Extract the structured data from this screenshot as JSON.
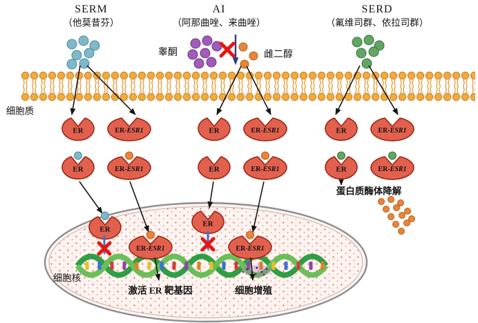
{
  "palette": {
    "serm_drug": "#7fb8c9",
    "testosterone": "#a05cb8",
    "estradiol": "#e8853a",
    "serd_drug": "#63a565",
    "receptor_fill": "#e2604e",
    "receptor_stroke": "#9c2413",
    "membrane_head": "#f3a93c",
    "dna_green": "#2f9e44",
    "block_x_red": "#e8150d",
    "blocked_arrow_blue": "#3b6fd4",
    "nucleus_fill": "#fdf4f1"
  },
  "columns": [
    {
      "title": "SERM",
      "subtitle": "（他莫昔芬）"
    },
    {
      "title": "AI",
      "subtitle": "（阿那曲唑、来曲唑）"
    },
    {
      "title": "SERD",
      "subtitle": "（氟维司群、依拉司群）"
    }
  ],
  "labels": {
    "testosterone": "睾酮",
    "estradiol": "雌二醇",
    "cytoplasm": "细胞质",
    "nucleus": "细胞核",
    "proteasome_degradation": "蛋白质酶体降解",
    "activate_er_target_genes": "激活 ER 靶基因",
    "cell_proliferation": "细胞增殖",
    "er": "ER",
    "er_dash": "ER-",
    "esr1": "ESR1"
  }
}
